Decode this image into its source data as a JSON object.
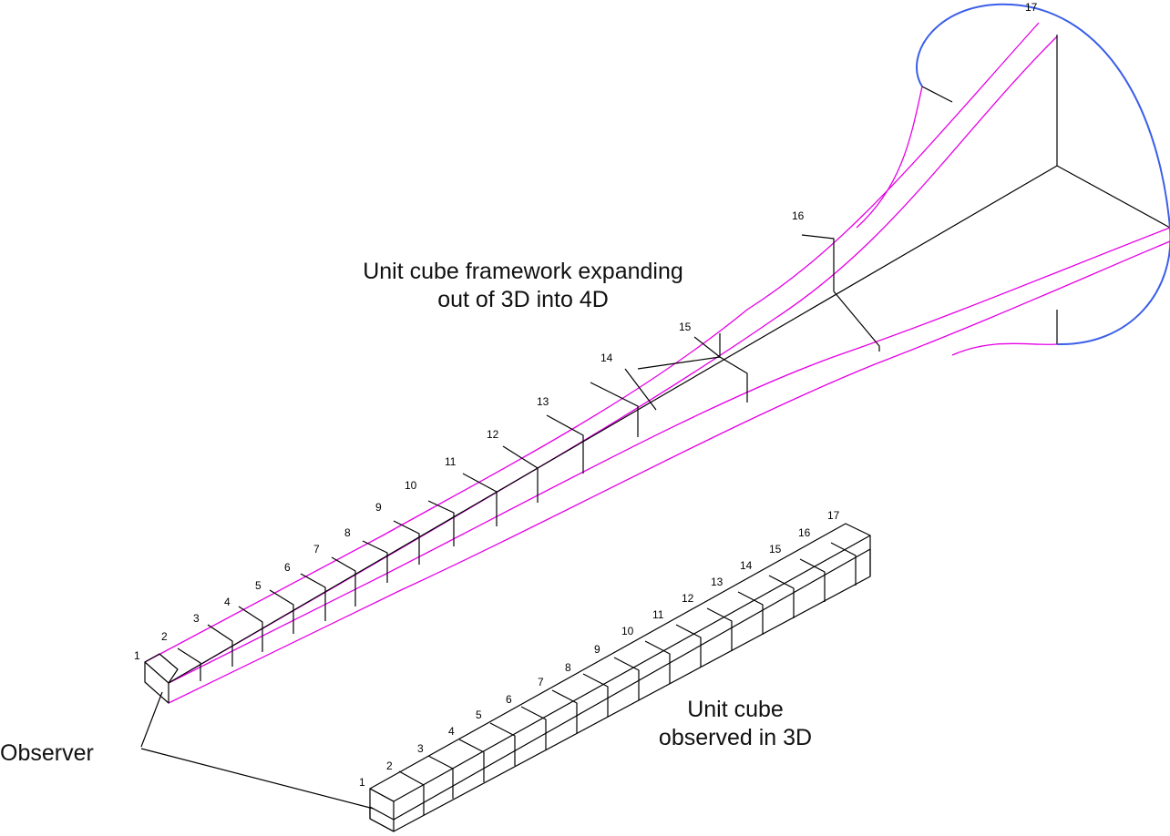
{
  "captions": {
    "expanding_line1": "Unit cube framework expanding",
    "expanding_line2": "out of 3D into 4D",
    "observed_line1": "Unit cube",
    "observed_line2": "observed in 3D",
    "observer": "Observer"
  },
  "expanding_cube_labels": [
    "1",
    "2",
    "3",
    "4",
    "5",
    "6",
    "7",
    "8",
    "9",
    "10",
    "11",
    "12",
    "13",
    "14",
    "15",
    "16",
    "17"
  ],
  "observed_cube_labels": [
    "1",
    "2",
    "3",
    "4",
    "5",
    "6",
    "7",
    "8",
    "9",
    "10",
    "11",
    "12",
    "13",
    "14",
    "15",
    "16",
    "17"
  ],
  "colors": {
    "framework_edges": "#000000",
    "expanding_curves": "#e600e6",
    "boundary_arc": "#3a5ee8",
    "text": "#111111"
  }
}
